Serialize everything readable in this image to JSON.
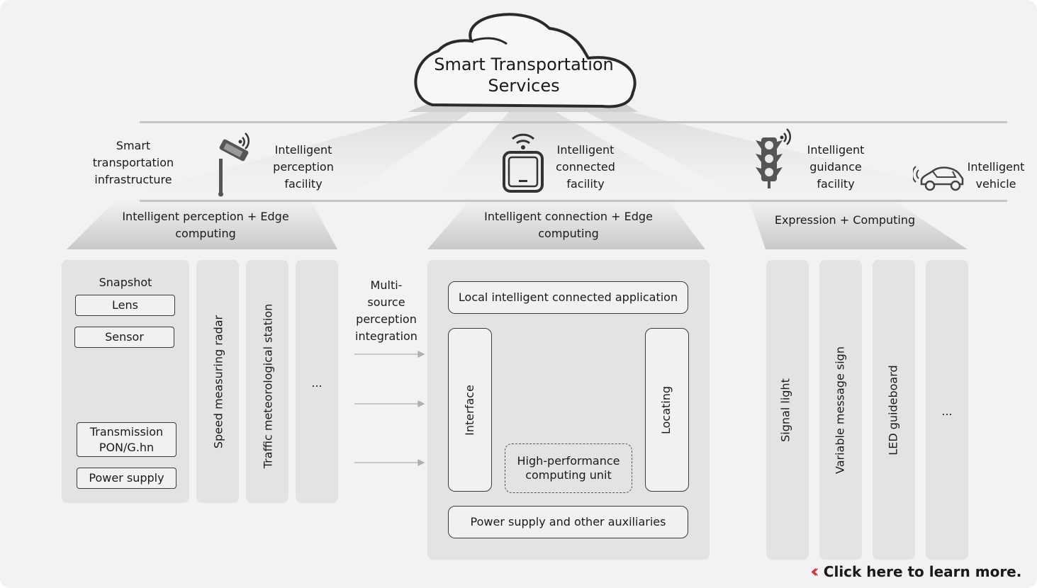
{
  "cloud": {
    "title": "Smart Transportation Services"
  },
  "top_row": {
    "infrastructure": "Smart transportation infrastructure",
    "perception": "Intelligent perception facility",
    "connected": "Intelligent connected facility",
    "guidance": "Intelligent guidance facility",
    "vehicle": "Intelligent vehicle"
  },
  "sections": {
    "left": "Intelligent perception + Edge computing",
    "middle": "Intelligent connection + Edge computing",
    "right": "Expression + Computing"
  },
  "left_panel": {
    "snapshot": "Snapshot",
    "lens": "Lens",
    "sensor": "Sensor",
    "transmission": "Transmission PON/G.hn",
    "power": "Power supply",
    "radar": "Speed measuring radar",
    "weather": "Traffic meteorological station",
    "more": "..."
  },
  "integration": "Multi-source perception integration",
  "middle_panel": {
    "app": "Local intelligent connected application",
    "interface": "Interface",
    "locating": "Locating",
    "hpc": "High-performance computing unit",
    "power": "Power supply and other auxiliaries"
  },
  "right_panel": {
    "signal": "Signal light",
    "vms": "Variable message sign",
    "led": "LED guideboard",
    "more": "..."
  },
  "cta": {
    "label": "Click here to learn more.",
    "accent": "#d0343a"
  },
  "icons": [
    "camera-icon",
    "router-icon",
    "traffic-light-icon",
    "car-icon"
  ]
}
